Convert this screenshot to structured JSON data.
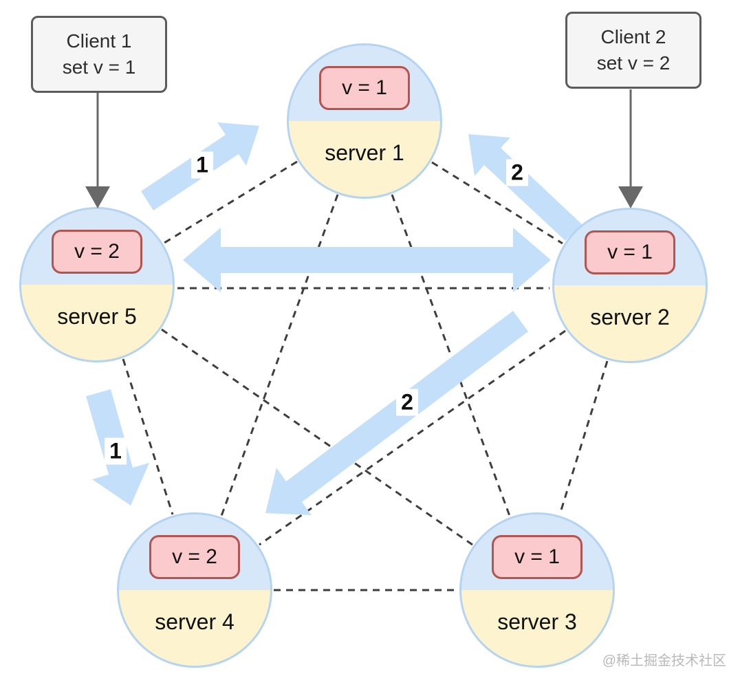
{
  "clients": [
    {
      "title": "Client 1",
      "action": "set v = 1"
    },
    {
      "title": "Client 2",
      "action": "set v = 2"
    }
  ],
  "servers": [
    {
      "label": "server 1",
      "value": "v = 1"
    },
    {
      "label": "server 2",
      "value": "v = 1"
    },
    {
      "label": "server 3",
      "value": "v = 1"
    },
    {
      "label": "server 4",
      "value": "v = 2"
    },
    {
      "label": "server 5",
      "value": "v = 2"
    }
  ],
  "replication_arrows": [
    {
      "from": "server 5",
      "to": "server 1",
      "label": "1"
    },
    {
      "from": "server 2",
      "to": "server 1",
      "label": "2"
    },
    {
      "from": "server 5",
      "to": "server 2",
      "label": "",
      "bidirectional": true
    },
    {
      "from": "server 2",
      "to": "server 4",
      "label": "2"
    },
    {
      "from": "server 5",
      "to": "server 4",
      "label": "1"
    }
  ],
  "watermark": "@稀土掘金技术社区",
  "colors": {
    "node_fill_top": "#d7e7fa",
    "node_fill_bottom": "#fdf3cf",
    "node_border": "#b5d4f1",
    "value_badge_fill": "#fbcacd",
    "value_badge_border": "#b25450",
    "replication_arrow": "#c3dffa",
    "mesh_line": "#3e3e3e",
    "client_box_fill": "#f5f5f5",
    "client_box_border": "#5b5b5b",
    "connector": "#686868",
    "watermark": "#b9b9b9"
  }
}
